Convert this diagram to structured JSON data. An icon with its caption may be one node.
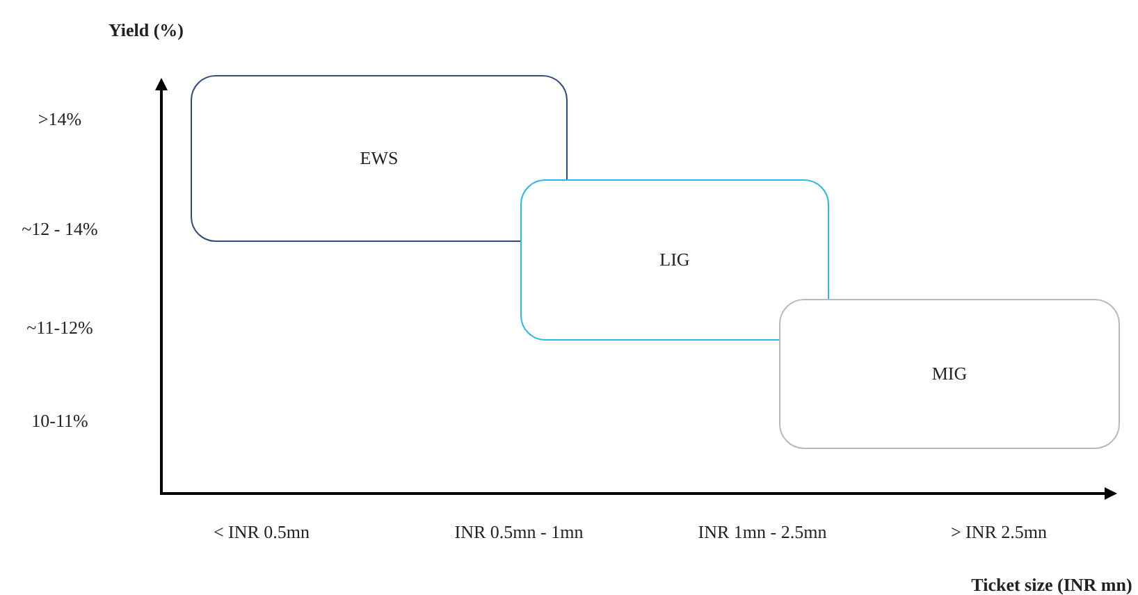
{
  "diagram": {
    "nodes": [
      {
        "text": [
          "EWS"
        ]
      },
      {
        "text": [
          "LIG"
        ]
      },
      {
        "text": [
          "MIG"
        ]
      }
    ],
    "labels": [
      "Yield (%)",
      ">14%",
      "~12 - 14%",
      "~11-12%",
      "10-11%",
      "< INR 0.5mn",
      "INR 0.5mn - 1mn",
      "INR 1mn - 2.5mn",
      "> INR 2.5mn",
      "Ticket size (INR mn)"
    ]
  }
}
